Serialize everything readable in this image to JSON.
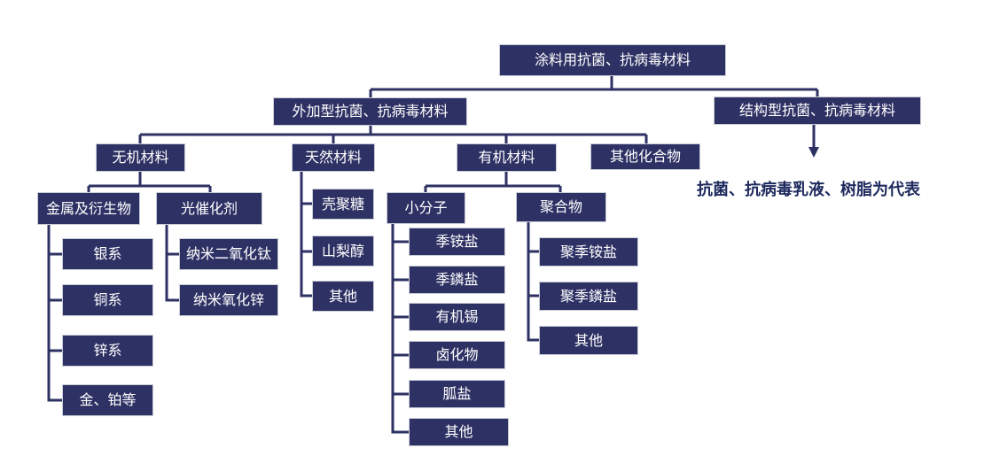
{
  "colors": {
    "node_fill": "#2e3164",
    "node_text": "#ffffff",
    "line": "#2e3164",
    "note_text": "#1e2a5e"
  },
  "diagram": {
    "root": "涂料用抗菌、抗病毒材料",
    "external": "外加型抗菌、抗病毒材料",
    "structural": "结构型抗菌、抗病毒材料",
    "structural_note": "抗菌、抗病毒乳液、树脂为代表",
    "inorganic": "无机材料",
    "natural": "天然材料",
    "organic": "有机材料",
    "other_compound": "其他化合物",
    "metal": "金属及衍生物",
    "photocatalyst": "光催化剂",
    "silver": "银系",
    "copper": "铜系",
    "zinc": "锌系",
    "gold_platinum": "金、铂等",
    "nano_tio2": "纳米二氧化钛",
    "nano_zno": "纳米氧化锌",
    "chitosan": "壳聚糖",
    "sorbitol": "山梨醇",
    "natural_other": "其他",
    "small_molecule": "小分子",
    "polymer": "聚合物",
    "quat_ammonium": "季铵盐",
    "quat_phosphonium": "季鏻盐",
    "organotin": "有机锡",
    "halide": "卤化物",
    "guanidine": "胍盐",
    "small_other": "其他",
    "poly_ammonium": "聚季铵盐",
    "poly_phosphonium": "聚季鏻盐",
    "polymer_other": "其他"
  }
}
